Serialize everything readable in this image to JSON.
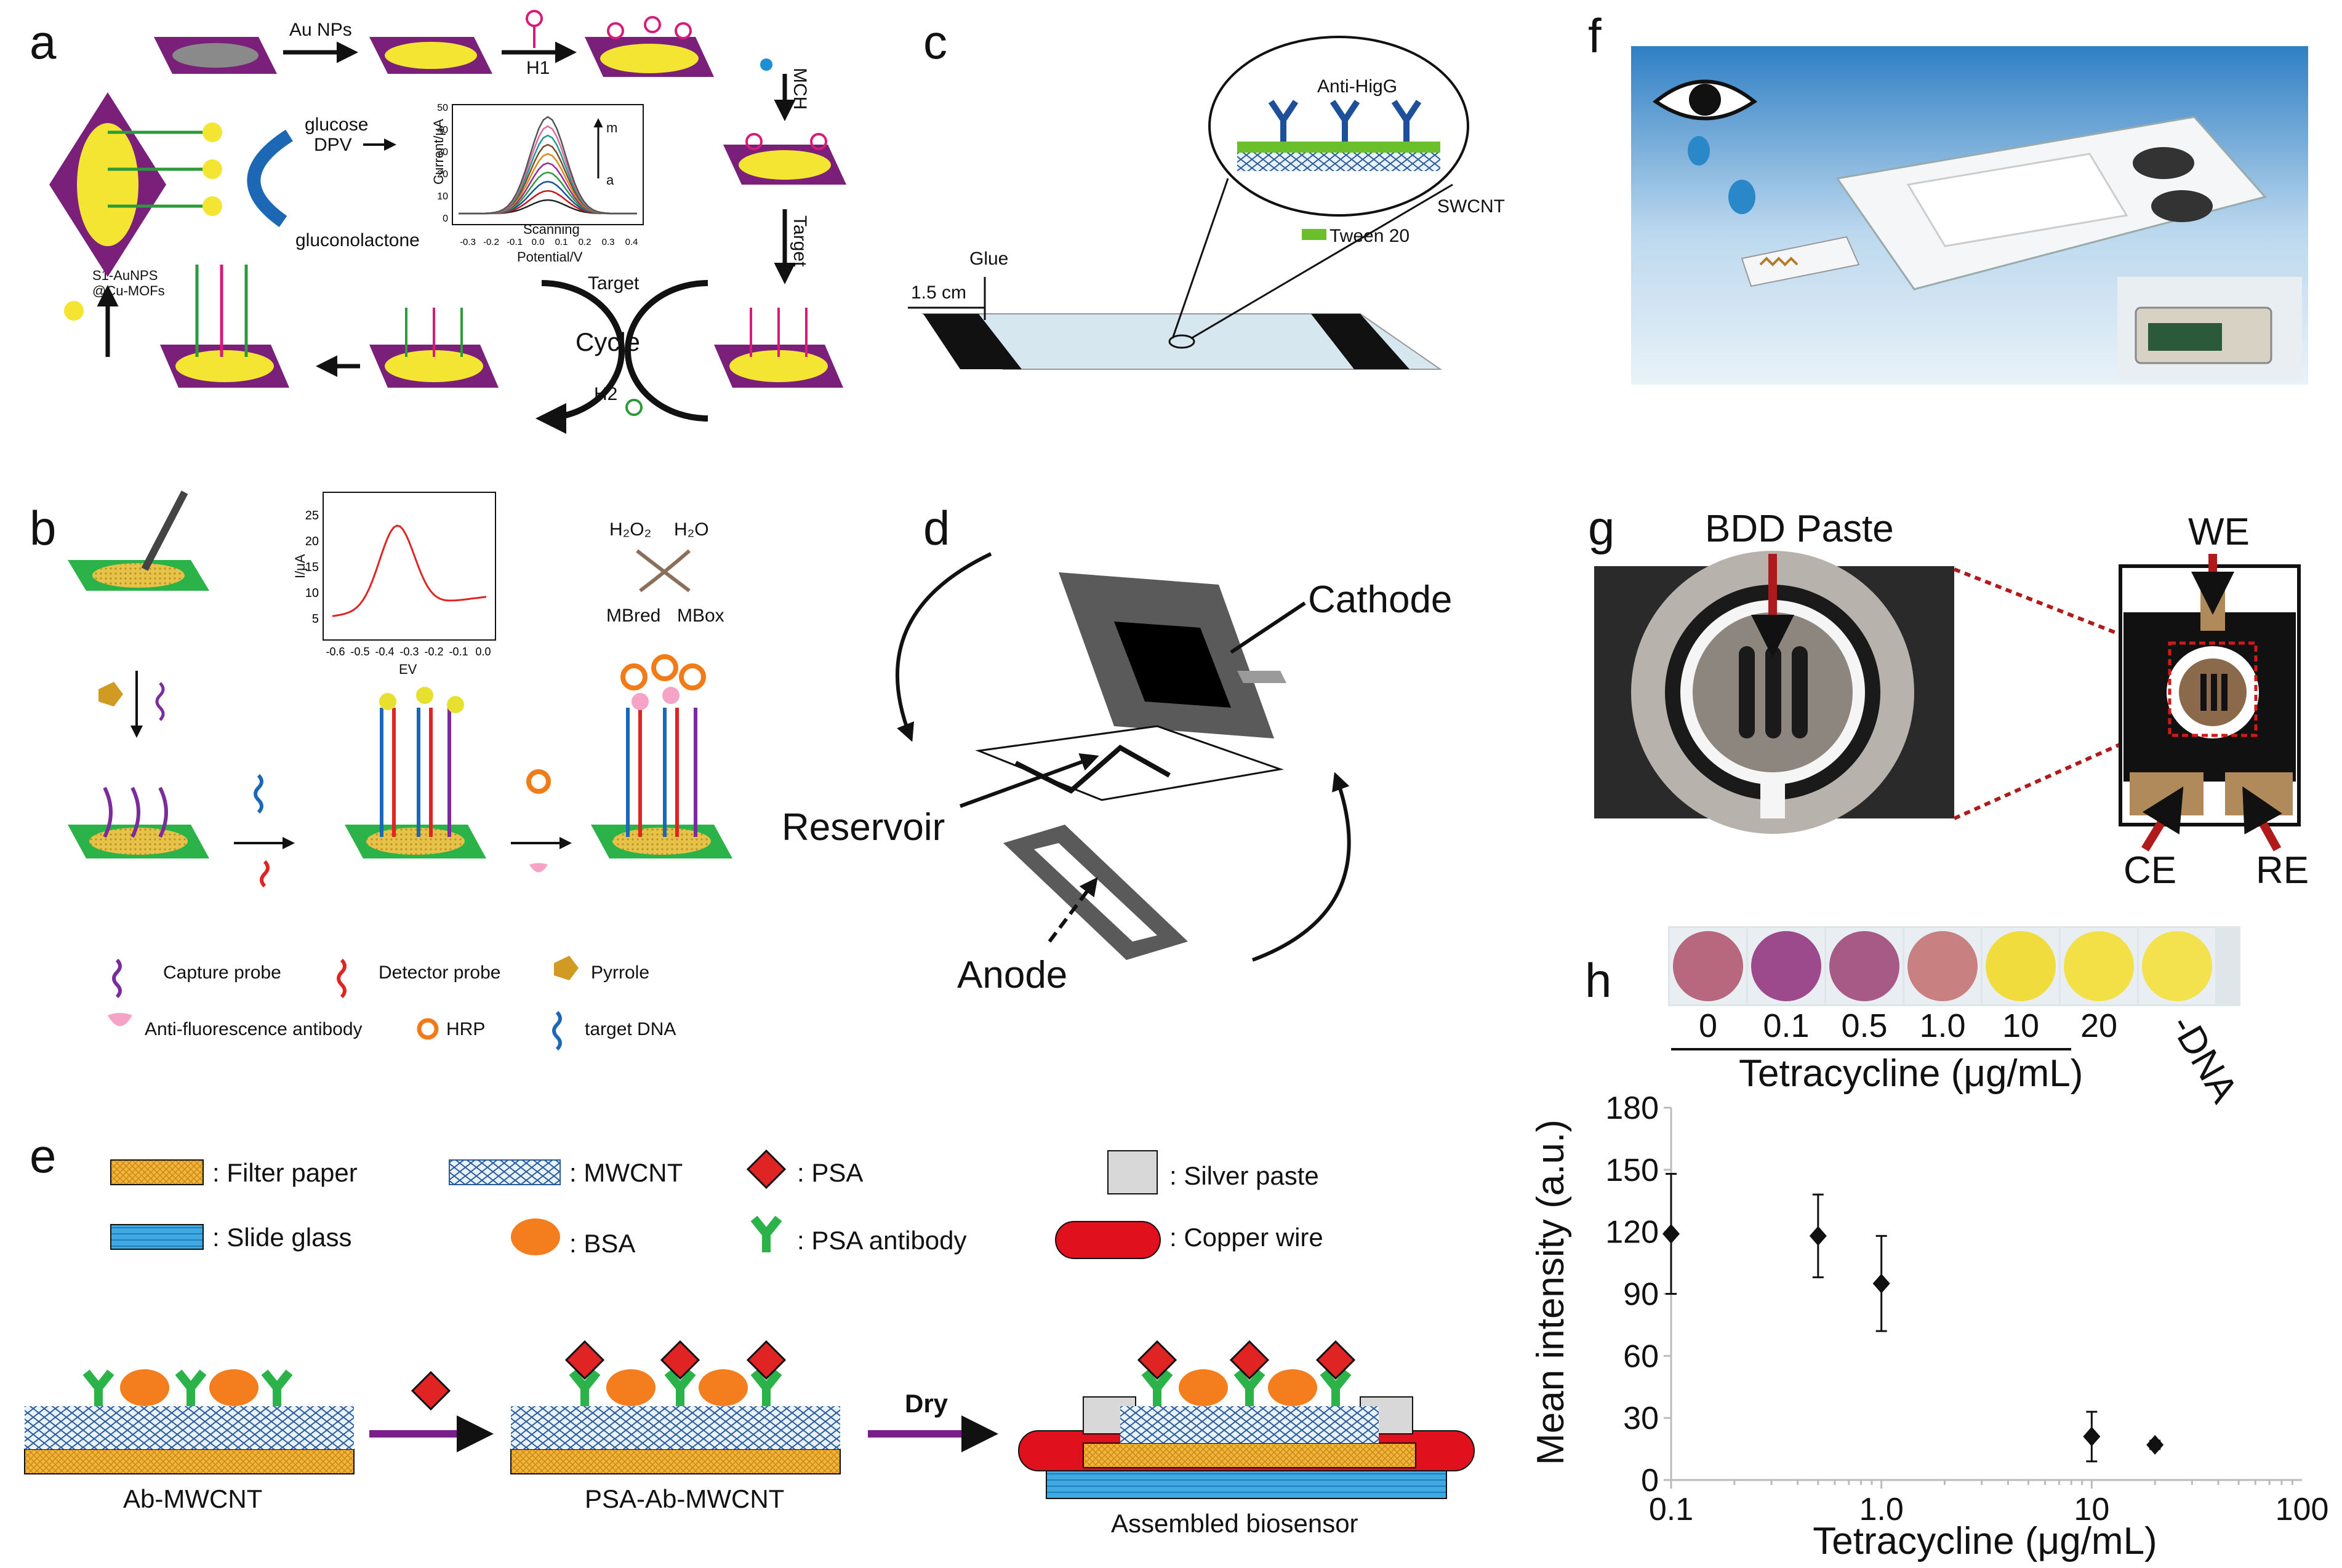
{
  "panel_labels": {
    "a": "a",
    "b": "b",
    "c": "c",
    "d": "d",
    "e": "e",
    "f": "f",
    "g": "g",
    "h": "h"
  },
  "panel_a": {
    "au_nps": "Au NPs",
    "h1": "H1",
    "mch": "MCH",
    "target_side": "Target",
    "glucose": "glucose",
    "dpv": "DPV",
    "gluconolactone": "gluconolactone",
    "s1_line1": "S1-AuNPS",
    "s1_line2": "@Cu-MOFs",
    "cycle": "Cycle",
    "target_cycle": "Target",
    "h2": "H2",
    "inset": {
      "ylabel": "Current/μA",
      "xlabel": "Potential/V",
      "scan": "Scanning",
      "m": "m",
      "a": "a",
      "yticks": [
        "0",
        "10",
        "20",
        "30",
        "40",
        "50"
      ],
      "xticks": [
        "-0.3",
        "-0.2",
        "-0.1",
        "0.0",
        "0.1",
        "0.2",
        "0.3",
        "0.4"
      ]
    }
  },
  "panel_b": {
    "h2o2": "H₂O₂",
    "h2o": "H₂O",
    "mb_red": "MBred",
    "mb_ox": "MBox",
    "inset": {
      "ylabel": "I/μA",
      "xlabel": "EV",
      "yticks": [
        "5",
        "10",
        "15",
        "20",
        "25"
      ],
      "xticks": [
        "-0.6",
        "-0.5",
        "-0.4",
        "-0.3",
        "-0.2",
        "-0.1",
        "0.0"
      ]
    },
    "legend": {
      "capture": "Capture probe",
      "detector": "Detector probe",
      "pyrrole": "Pyrrole",
      "antibody": "Anti-fluorescence antibody",
      "hrp": "HRP",
      "target": "target DNA"
    }
  },
  "panel_c": {
    "glue": "Glue",
    "dim": "1.5 cm",
    "anti": "Anti-HigG",
    "swcnt": "SWCNT",
    "tween": "Tween 20"
  },
  "panel_d": {
    "cathode": "Cathode",
    "reservoir": "Reservoir",
    "anode": "Anode"
  },
  "panel_e": {
    "legend": {
      "filter": ": Filter paper",
      "slide": ": Slide glass",
      "mwcnt": ": MWCNT",
      "bsa": ": BSA",
      "psa": ": PSA",
      "psa_ab": ": PSA antibody",
      "silver": ": Silver paste",
      "copper": ": Copper wire"
    },
    "stage1": "Ab-MWCNT",
    "stage2": "PSA-Ab-MWCNT",
    "dry": "Dry",
    "stage3": "Assembled biosensor"
  },
  "panel_g": {
    "bdd": "BDD Paste",
    "we": "WE",
    "ce": "CE",
    "re": "RE"
  },
  "panel_h": {
    "strip_labels": [
      "0",
      "0.1",
      "0.5",
      "1.0",
      "10",
      "20"
    ],
    "strip_axis": "Tetracycline (μg/mL)",
    "neg": "-DNA",
    "colors": [
      "#b8687e",
      "#9c4a8c",
      "#a85a86",
      "#c98080",
      "#f0dc3c",
      "#f2e046",
      "#f3e24e"
    ]
  },
  "chart_data": {
    "type": "scatter",
    "xlabel": "Tetracycline (μg/mL)",
    "ylabel": "Mean intensity (a.u.)",
    "x_scale": "log",
    "xlim": [
      0.1,
      100
    ],
    "ylim": [
      0,
      180
    ],
    "xticks": [
      "0.1",
      "1.0",
      "10",
      "100"
    ],
    "yticks": [
      "0",
      "30",
      "60",
      "90",
      "120",
      "150",
      "180"
    ],
    "points": [
      {
        "x": 0.1,
        "y": 119,
        "err": 29
      },
      {
        "x": 0.5,
        "y": 118,
        "err": 20
      },
      {
        "x": 1.0,
        "y": 95,
        "err": 23
      },
      {
        "x": 10,
        "y": 21,
        "err": 12
      },
      {
        "x": 20,
        "y": 17,
        "err": 2
      }
    ]
  }
}
